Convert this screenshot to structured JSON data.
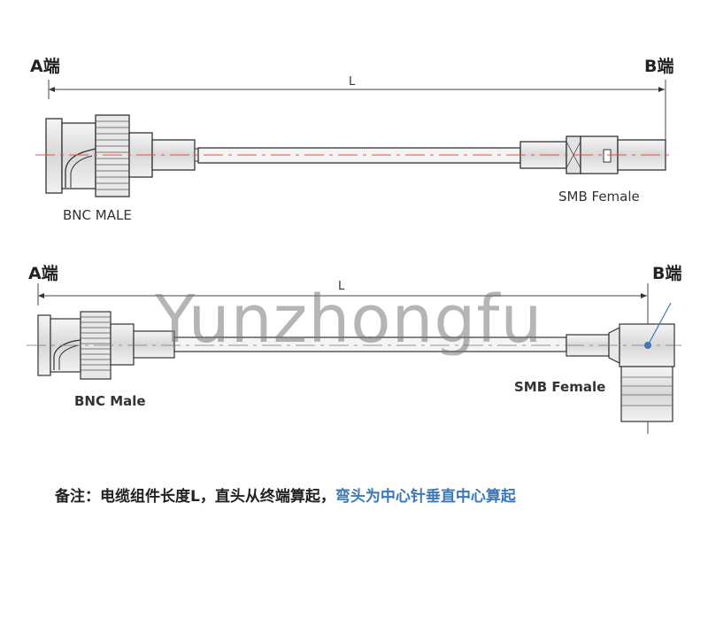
{
  "diagram1": {
    "end_a": "A端",
    "end_b": "B端",
    "length_label": "L",
    "connector_a": "BNC MALE",
    "connector_b": "SMB Female"
  },
  "diagram2": {
    "end_a": "A端",
    "end_b": "B端",
    "length_label": "L",
    "connector_a": "BNC Male",
    "connector_b": "SMB Female"
  },
  "watermark": "Yunzhongfu",
  "note": {
    "prefix": "备注：电缆组件长度L，直头从终端算起，",
    "highlight": "弯头为中心针垂直中心算起"
  },
  "colors": {
    "highlight": "#3a78b8",
    "centerline": "#d9534f",
    "outline": "#333333"
  }
}
